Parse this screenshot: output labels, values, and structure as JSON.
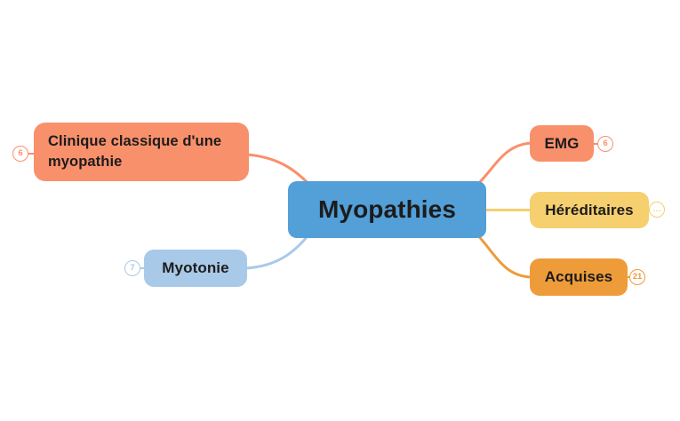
{
  "root": {
    "label": "Myopathies"
  },
  "branches": [
    {
      "id": "clinique-classique",
      "label": "Clinique classique d'une myopathie",
      "badge": "6",
      "color": "#F9906C",
      "side": "left"
    },
    {
      "id": "myotonie",
      "label": "Myotonie",
      "badge": "7",
      "color": "#A9C9E8",
      "side": "left"
    },
    {
      "id": "emg",
      "label": "EMG",
      "badge": "6",
      "color": "#F9906C",
      "side": "right"
    },
    {
      "id": "hereditaires",
      "label": "Héréditaires",
      "badge": "…",
      "color": "#F6CF6F",
      "side": "right"
    },
    {
      "id": "acquises",
      "label": "Acquises",
      "badge": "21",
      "color": "#EE9C3A",
      "side": "right"
    }
  ],
  "colors": {
    "root_fill": "#539FD8",
    "text": "#1C1C1C",
    "background": "#FFFFFF"
  }
}
